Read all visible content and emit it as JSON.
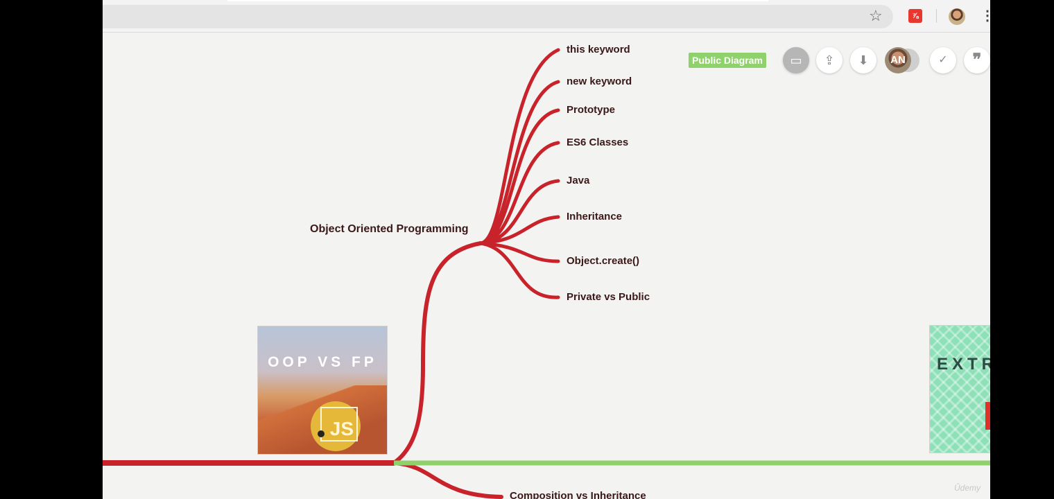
{
  "browser": {
    "star_icon": "star-icon",
    "extension_label": "⅞",
    "kebab": "⋮"
  },
  "toolbar": {
    "public_label": "Public Diagram",
    "present_icon": "▭",
    "share_icon": "⇪",
    "download_icon": "⬇",
    "avatar_initials": "AN",
    "comment_icon": "✓",
    "quote_icon": "❞"
  },
  "mindmap": {
    "center": "Object Oriented Programming",
    "children": [
      "this keyword",
      "new keyword",
      "Prototype",
      "ES6 Classes",
      "Java",
      "Inheritance",
      "Object.create()",
      "Private vs Public"
    ],
    "bottom_child": "Composition vs Inheritance"
  },
  "thumbnails": {
    "oop_title": "OOP VS FP",
    "js_label": "JS",
    "extra_title": "EXTR"
  },
  "watermark": "Ûdemy",
  "colors": {
    "branch_red": "#c8232a",
    "branch_green": "#8fd16a"
  }
}
